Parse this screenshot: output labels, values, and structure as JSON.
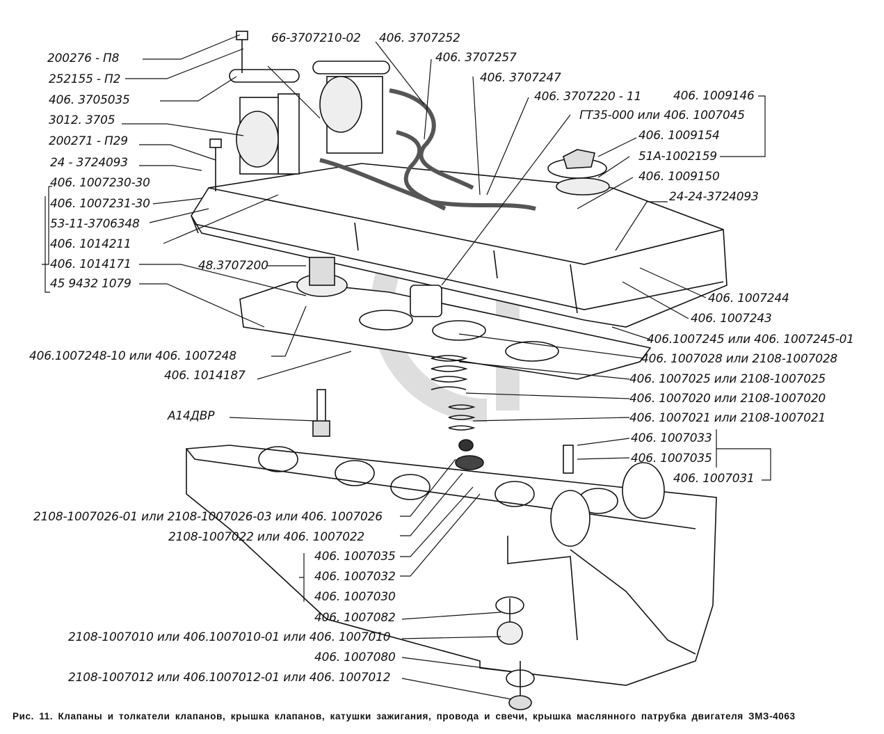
{
  "figure": {
    "caption": "Рис. 11. Клапаны и толкатели клапанов, крышка клапанов, катушки зажигания, провода и свечи, крышка маслянного патрубка двигателя ЗМЗ-4063",
    "watermark": "data-parts"
  },
  "labels": {
    "left_top": [
      "200276 - П8",
      "252155 - П2",
      "406. 3705035",
      "3012. 3705",
      "200271 - П29",
      "24 - 3724093"
    ],
    "left_group": {
      "outer": "406. 1007230-30",
      "inner": [
        "406. 1007231-30",
        "53-11-3706348",
        "406. 1014211",
        "406. 1014171",
        "45 9432 1079"
      ]
    },
    "top": [
      "66-3707210-02",
      "406. 3707252",
      "406. 3707257",
      "406. 3707247",
      "406. 3707220 - 11",
      "ГТ35-000 или 406. 1007045"
    ],
    "right_top_group": {
      "outer": "406. 1009146",
      "inner": [
        "406. 1009154",
        "51А-1002159",
        "406. 1009150"
      ]
    },
    "right": [
      "24-24-3724093",
      "406. 1007244",
      "406. 1007243",
      "406.1007245 или 406. 1007245-01",
      "406. 1007028 или 2108-1007028",
      "406. 1007025 или 2108-1007025",
      "406. 1007020 или 2108-1007020",
      "406. 1007021 или 2108-1007021"
    ],
    "right_bottom_group": {
      "outer": "406. 1007031",
      "inner": [
        "406. 1007033",
        "406. 1007035"
      ]
    },
    "middle": [
      "48.3707200",
      "406.1007248-10 или 406. 1007248",
      "406. 1014187",
      "А14ДВР"
    ],
    "bottom_left": [
      "2108-1007026-01 или 2108-1007026-03 или 406. 1007026",
      "2108-1007022 или 406. 1007022"
    ],
    "bottom_group": {
      "outer": "406. 1007030",
      "inner": [
        "406. 1007035",
        "406. 1007032"
      ]
    },
    "bottom": [
      "406. 1007082",
      "2108-1007010 или 406.1007010-01 или 406. 1007010",
      "406. 1007080",
      "2108-1007012 или 406.1007012-01 или 406. 1007012"
    ]
  }
}
